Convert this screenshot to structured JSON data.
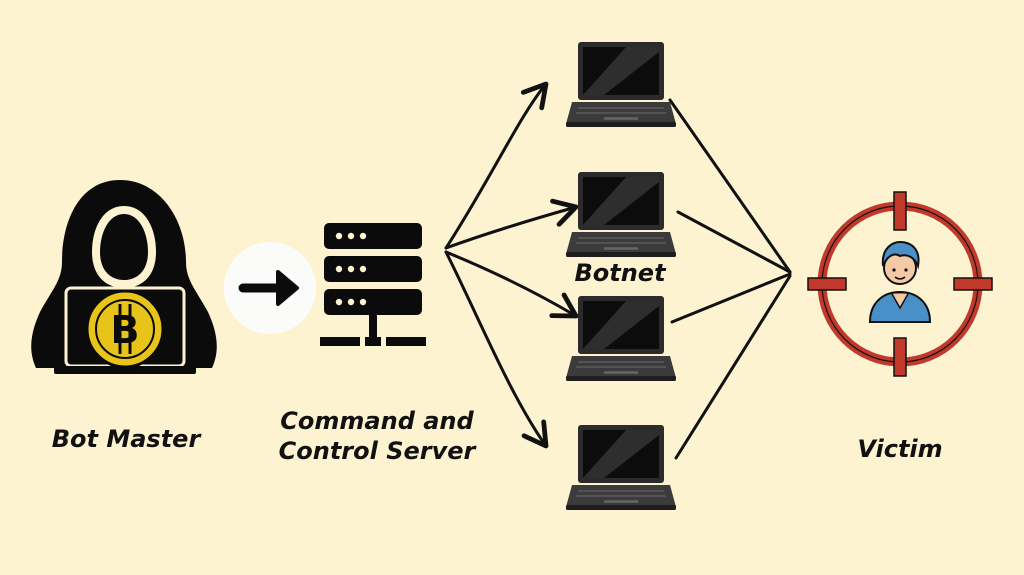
{
  "labels": {
    "bot_master": "Bot Master",
    "cc_line1": "Command and",
    "cc_line2": "Control Server",
    "botnet": "Botnet",
    "victim": "Victim"
  },
  "icons": {
    "hacker": "hooded-hacker-icon",
    "coin": "bitcoin-coin-icon",
    "coin_letter": "B",
    "arrow": "right-arrow-icon",
    "server": "server-rack-icon",
    "laptop": "laptop-icon",
    "victim": "target-victim-icon"
  },
  "colors": {
    "background": "#fdf3d1",
    "ink": "#111111",
    "coin_gold": "#e8c41a",
    "target_red": "#c0392b",
    "victim_blue": "#4a90c8"
  }
}
